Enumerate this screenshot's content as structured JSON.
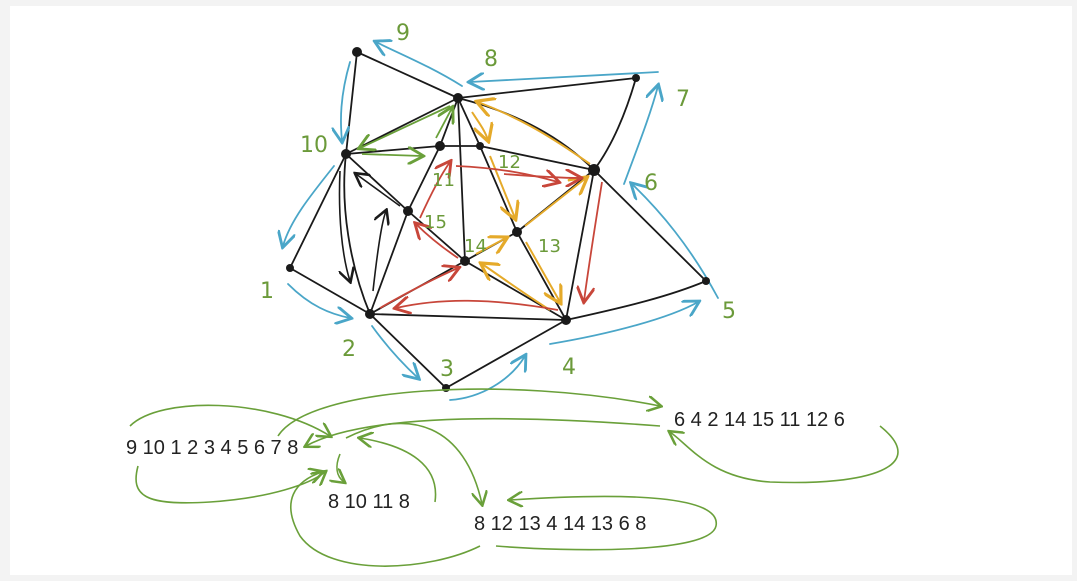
{
  "vertex_labels": {
    "n1": "1",
    "n2": "2",
    "n3": "3",
    "n4": "4",
    "n5": "5",
    "n6": "6",
    "n7": "7",
    "n8": "8",
    "n9": "9",
    "n10": "10",
    "n11": "11",
    "n12": "12",
    "n13": "13",
    "n14": "14",
    "n15": "15"
  },
  "sequences": {
    "main": "9 10 1 2 3 4 5 6 7 8",
    "sub_right": "6 4 2 14 15 11 12 6",
    "sub_a": "8 10 11 8",
    "sub_b": "8 12 13 4 14 13 6 8"
  },
  "colors": {
    "edge": "#1a1a1a",
    "blue": "#4aa6c8",
    "green": "#6aa03a",
    "red": "#c8463a",
    "orange": "#e5aa2a",
    "label_green": "#6b9a3a"
  }
}
